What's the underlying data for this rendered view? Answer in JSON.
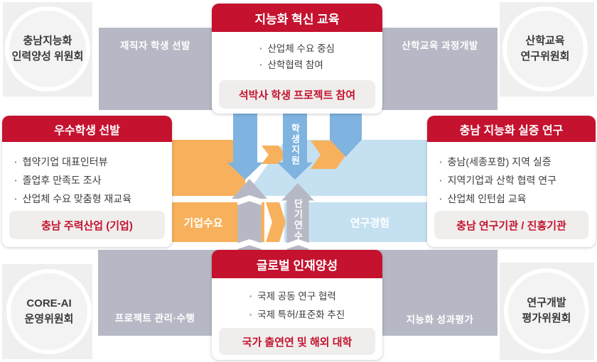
{
  "palette": {
    "red": "#c4122f",
    "orange": "#f7b15c",
    "blue": "#7fb3e0",
    "light_blue": "#c5e1f1",
    "band_gray": "#b6b9c5",
    "pill_bg": "#f0eeec"
  },
  "committees": {
    "top_left": {
      "line1": "충남지능화",
      "line2": "인력양성 위원회"
    },
    "top_right": {
      "line1": "산학교육",
      "line2": "연구위원회"
    },
    "bottom_left": {
      "line1": "CORE-AI",
      "line2": "운영위원회"
    },
    "bottom_right": {
      "line1": "연구개발",
      "line2": "평가위원회"
    }
  },
  "bands": {
    "top_left": "재직자 학생 선발",
    "top_right": "산학교육 과정개발",
    "bottom_left": "프로젝트 관리·수행",
    "bottom_right": "지능화 성과평가"
  },
  "cards": {
    "top": {
      "title": "지능화 혁신 교육",
      "bullets": [
        "산업체 수요 중심",
        "산학협력 참여"
      ],
      "highlight": "석박사 학생 프로젝트 참여"
    },
    "left": {
      "title": "우수학생 선발",
      "bullets": [
        "협약기업 대표인터뷰",
        "졸업후 만족도 조사",
        "산업체 수요 맞춤형 재교육"
      ],
      "highlight": "충남 주력산업 (기업)"
    },
    "right": {
      "title": "충남 지능화 실증 연구",
      "bullets": [
        "충남(세종포함) 지역 실증",
        "지역기업과 산학 협력 연구",
        "산업체 인턴쉽 교육"
      ],
      "highlight": "충남 연구기관 / 진흥기관"
    },
    "bottom": {
      "title": "글로벌 인재양성",
      "bullets": [
        "국제 공동 연구 협력",
        "국제 특허/표준화 추진"
      ],
      "highlight": "국가 출연연 및 해외 대학"
    }
  },
  "flows": {
    "company_demand": "기업수요",
    "research_experience": "연구경험",
    "student_support": "학생지원",
    "short_training": "단기연수"
  }
}
